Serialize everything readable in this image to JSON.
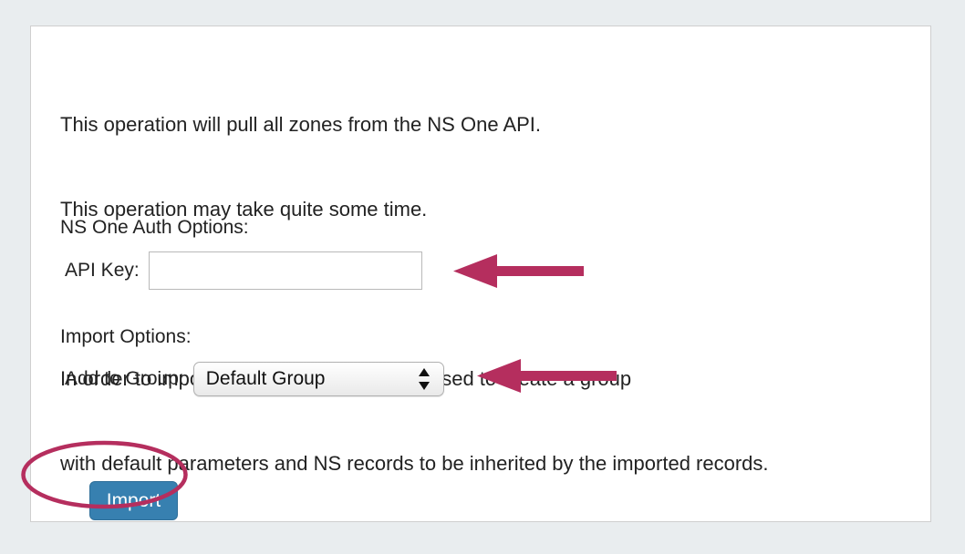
{
  "page": {
    "background_color": "#e9edef",
    "panel_background": "#ffffff",
    "panel_border_color": "#cfcfcf"
  },
  "intro": {
    "line1": "This operation will pull all zones from the NS One API.",
    "line2": "This operation may take quite some time.",
    "line3": "In order to import the zones it is highly advised to create a group",
    "line4": "with default parameters and NS records to be inherited by the imported records."
  },
  "auth_section": {
    "heading": "NS One Auth Options:",
    "api_key": {
      "label": "API Key:",
      "value": "",
      "placeholder": ""
    }
  },
  "import_section": {
    "heading": "Import Options:",
    "group": {
      "label": "Add to Group:",
      "selected": "Default Group",
      "stepper_up_icon": "triangle-up-icon",
      "stepper_down_icon": "triangle-down-icon"
    }
  },
  "actions": {
    "import_label": "Import",
    "import_button_color": "#3780b0",
    "import_button_text_color": "#ffffff"
  },
  "annotations": {
    "color": "#b52e5e",
    "arrow_api_key": "arrow pointing left at the API Key input",
    "arrow_group": "arrow pointing left at the Add to Group dropdown",
    "ellipse_import": "ellipse highlighting the Import button"
  }
}
